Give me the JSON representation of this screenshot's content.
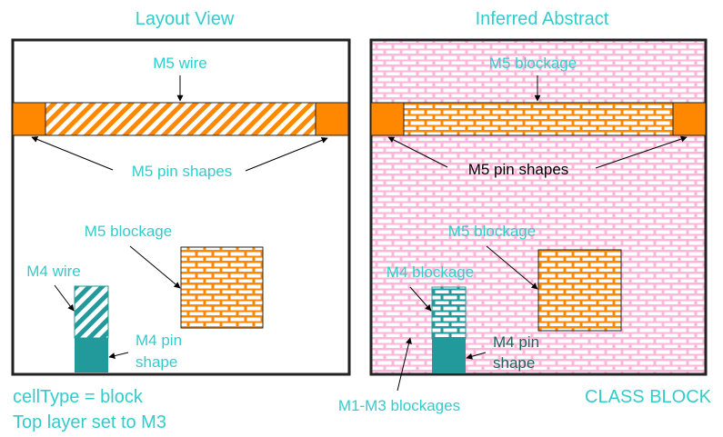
{
  "colors": {
    "label_cyan": "#33CCCC",
    "label_dark_teal": "#1F5F5F",
    "metal5_orange": "#FF8800",
    "metal4_teal": "#22999A",
    "lower_metal_pink": "#FFB6DA",
    "frame": "#222222"
  },
  "left_panel": {
    "title": "Layout View",
    "labels": {
      "m5_wire": "M5 wire",
      "m5_pin_shapes": "M5 pin shapes",
      "m5_blockage": "M5 blockage",
      "m4_wire": "M4 wire",
      "m4_pin_line1": "M4 pin",
      "m4_pin_line2": "shape"
    },
    "caption_line1": "cellType = block",
    "caption_line2": "Top layer set to M3"
  },
  "right_panel": {
    "title": "Inferred Abstract",
    "labels": {
      "m5_blockage_top": "M5 blockage",
      "m5_pin_shapes": "M5 pin shapes",
      "m5_blockage": "M5 blockage",
      "m4_blockage": "M4 blockage",
      "m4_pin_line1": "M4 pin",
      "m4_pin_line2": "shape",
      "m1_m3_blockages": "M1-M3 blockages"
    },
    "caption": "CLASS BLOCK"
  }
}
